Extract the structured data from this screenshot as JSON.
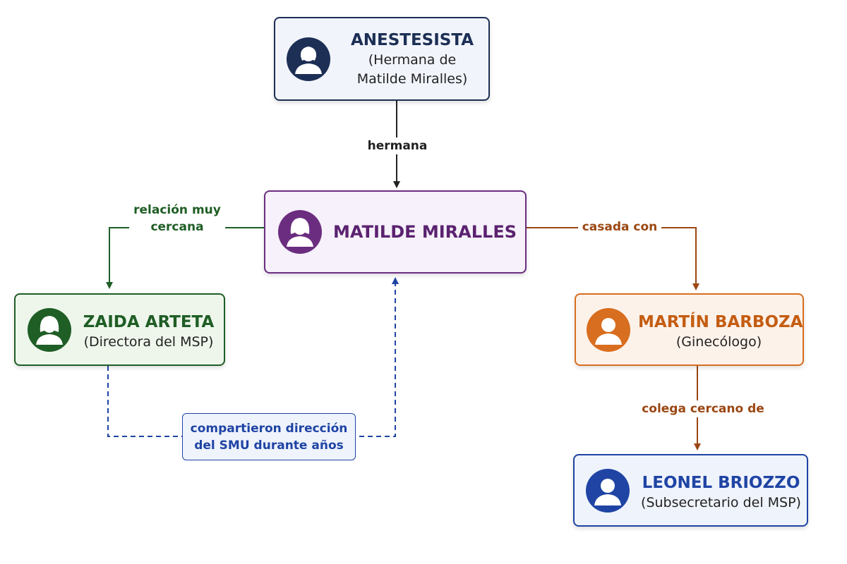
{
  "nodes": {
    "anestesista": {
      "title": "ANESTESISTA",
      "subtitle_line1": "(Hermana de",
      "subtitle_line2": "Matilde Miralles)",
      "icon": "person-icon",
      "color": "#1d2f55"
    },
    "matilde": {
      "title": "MATILDE MIRALLES",
      "icon": "woman-icon",
      "color": "#6b2d80"
    },
    "zaida": {
      "title": "ZAIDA ARTETA",
      "subtitle": "(Directora del MSP)",
      "icon": "woman-icon",
      "color": "#1f5e25"
    },
    "martin": {
      "title": "MARTÍN BARBOZA",
      "subtitle": "(Ginecólogo)",
      "icon": "man-icon",
      "color": "#d86e1f"
    },
    "leonel": {
      "title": "LEONEL BRIOZZO",
      "subtitle": "(Subsecretario del MSP)",
      "icon": "man-icon",
      "color": "#1f44a4"
    }
  },
  "edges": {
    "hermana": {
      "label": "hermana",
      "color": "#222222"
    },
    "relacion": {
      "label_line1": "relación muy",
      "label_line2": "cercana",
      "color": "#1f5e25"
    },
    "casada": {
      "label": "casada con",
      "color": "#9b4712"
    },
    "colega": {
      "label": "colega cercano de",
      "color": "#9b4712"
    },
    "compartieron": {
      "label_line1": "compartieron dirección",
      "label_line2": "del SMU durante años",
      "color": "#1f44a4",
      "style": "dashed"
    }
  }
}
